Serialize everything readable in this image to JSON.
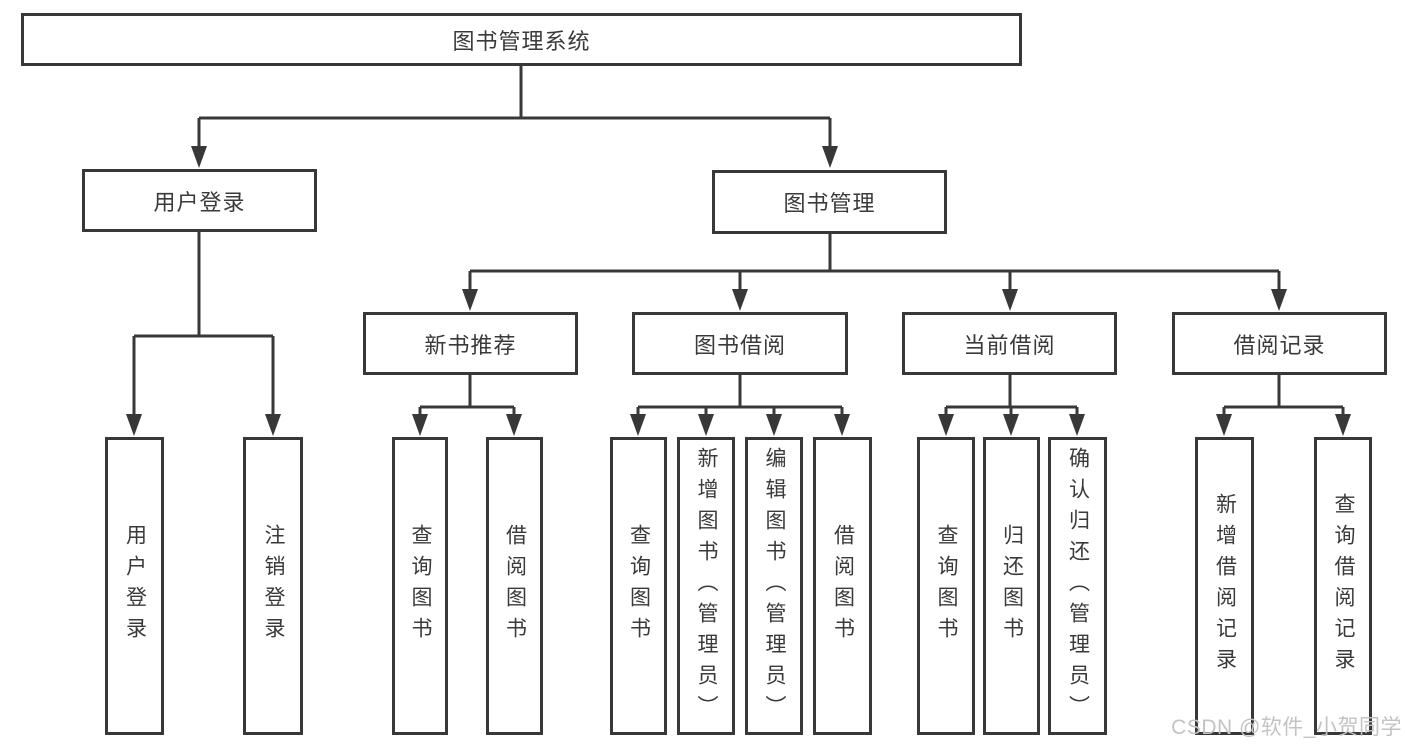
{
  "tree": {
    "label": "图书管理系统",
    "children": [
      {
        "label": "用户登录",
        "children": [
          {
            "label": "用户登录"
          },
          {
            "label": "注销登录"
          }
        ]
      },
      {
        "label": "图书管理",
        "children": [
          {
            "label": "新书推荐",
            "children": [
              {
                "label": "查询图书"
              },
              {
                "label": "借阅图书"
              }
            ]
          },
          {
            "label": "图书借阅",
            "children": [
              {
                "label": "查询图书"
              },
              {
                "label": "新增图书（管理员）"
              },
              {
                "label": "编辑图书（管理员）"
              },
              {
                "label": "借阅图书"
              }
            ]
          },
          {
            "label": "当前借阅",
            "children": [
              {
                "label": "查询图书"
              },
              {
                "label": "归还图书"
              },
              {
                "label": "确认归还（管理员）"
              }
            ]
          },
          {
            "label": "借阅记录",
            "children": [
              {
                "label": "新增借阅记录"
              },
              {
                "label": "查询借阅记录"
              }
            ]
          }
        ]
      }
    ]
  },
  "watermark": {
    "text": "CSDN @软件_小贺同学"
  },
  "colors": {
    "line": "#383838",
    "box_border": "#383838",
    "text": "#3a3a3a",
    "watermark": "#c3c3c3",
    "background": "#ffffff"
  }
}
